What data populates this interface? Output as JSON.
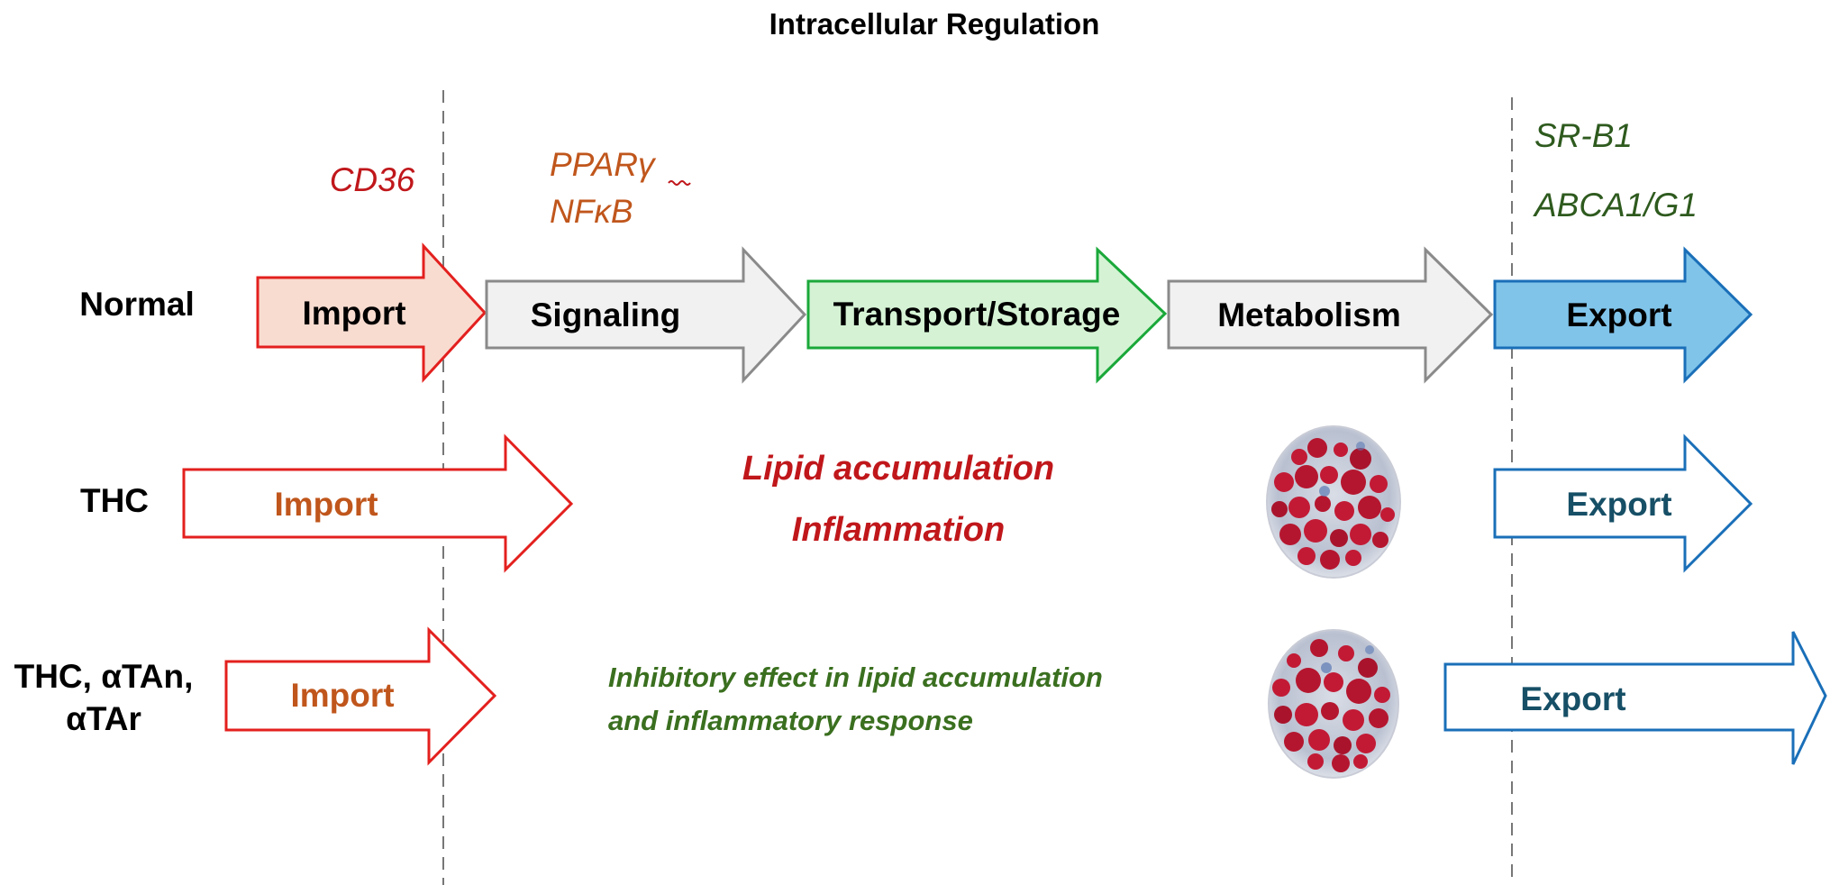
{
  "title": "Intracellular Regulation",
  "rows": {
    "normal": "Normal",
    "thc": "THC",
    "combo_line1": "THC, αTAn,",
    "combo_line2": "αTAr"
  },
  "genes": {
    "cd36": "CD36",
    "ppar": "PPARγ",
    "nfkb": "NFκB",
    "srb1": "SR-B1",
    "abca1": "ABCA1/G1"
  },
  "normal_arrows": {
    "import": "Import",
    "signaling": "Signaling",
    "transport": "Transport/Storage",
    "metabolism": "Metabolism",
    "export": "Export"
  },
  "thc_arrows": {
    "import": "Import",
    "export": "Export"
  },
  "combo_arrows": {
    "import": "Import",
    "export": "Export"
  },
  "thc_notes": {
    "line1": "Lipid accumulation",
    "line2": "Inflammation"
  },
  "combo_notes": {
    "line1": "Inhibitory effect in lipid accumulation",
    "line2": "and inflammatory response"
  },
  "colors": {
    "import_stroke": "#e3201e",
    "import_fill": "#f9dcd0",
    "neutral_stroke": "#8a8a8a",
    "neutral_fill": "#f1f1f1",
    "transport_stroke": "#1aa83a",
    "transport_fill": "#d5f3d4",
    "export_stroke": "#1a6fb8",
    "export_fill": "#80c4ea",
    "cell_stain": "#c21a35"
  },
  "icons": {
    "cell_image": "lipid-laden-cell-icon"
  }
}
